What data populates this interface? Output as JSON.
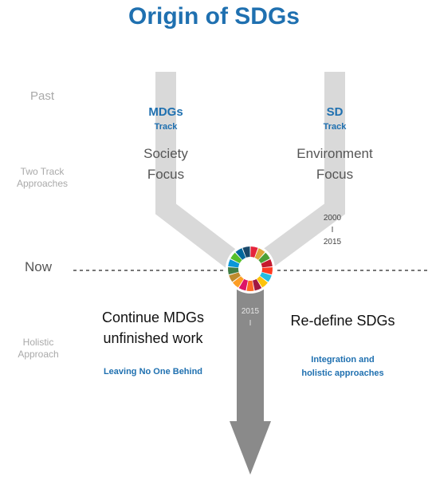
{
  "title": "Origin of SDGs",
  "side_labels": {
    "past": "Past",
    "two_track": [
      "Two Track",
      "Approaches"
    ],
    "now": "Now",
    "holistic": [
      "Holistic",
      "Approach"
    ]
  },
  "left_track": {
    "name": "MDGs",
    "sub": "Track",
    "focus": [
      "Society",
      "Focus"
    ]
  },
  "right_track": {
    "name": "SD",
    "sub": "Track",
    "focus": [
      "Environment",
      "Focus"
    ],
    "years": [
      "2000",
      "I",
      "2015"
    ]
  },
  "trunk": {
    "years": [
      "2015",
      "I"
    ]
  },
  "bottom_left": {
    "heading": [
      "Continue MDGs",
      "unfinished work"
    ],
    "tagline": "Leaving No One Behind"
  },
  "bottom_right": {
    "heading": "Re-define SDGs",
    "tagline": [
      "Integration and",
      "holistic approaches"
    ]
  },
  "colors": {
    "title": "#1f70b0",
    "track": "#d9d9d9",
    "trunk": "#8a8a8a",
    "wheel": [
      "#e5243b",
      "#dda63a",
      "#4c9f38",
      "#c5192d",
      "#ff3a21",
      "#26bde2",
      "#fcc30b",
      "#a21942",
      "#fd6925",
      "#dd1367",
      "#fd9d24",
      "#bf8b2e",
      "#3f7e44",
      "#0a97d9",
      "#56c02b",
      "#00689d",
      "#19486a"
    ]
  }
}
